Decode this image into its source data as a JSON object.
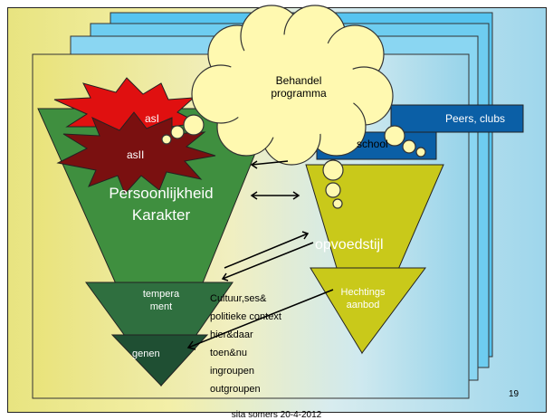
{
  "slide": {
    "cloud_text": "Behandel programma",
    "red_star": "asI",
    "dark_star": "asII",
    "left_title_line1": "Persoonlijkheid",
    "left_title_line2": "Karakter",
    "left_mid": "tempera ment",
    "left_bottom": "genen",
    "right_box_school": "school",
    "right_box_peers": "Peers, clubs",
    "right_title": "opvoedstijl",
    "right_bottom": "Hechtings aanbod",
    "context_lines": [
      "Cultuur,ses&",
      "politieke context",
      "hier&daar",
      "toen&nu",
      "ingroupen",
      "outgroupen"
    ],
    "page_number": "19",
    "footer": "sita somers 20-4-2012"
  },
  "colors": {
    "left_triangle": "#3f8f3f",
    "left_mid": "#2f6f3f",
    "left_bottom": "#1f4f33",
    "right_triangle": "#c9c91a",
    "red_star": "#e01010",
    "dark_star": "#7a1010",
    "school_box": "#0b5fa6",
    "peers_box": "#0b5fa6",
    "cloud": "#fff9b0"
  }
}
